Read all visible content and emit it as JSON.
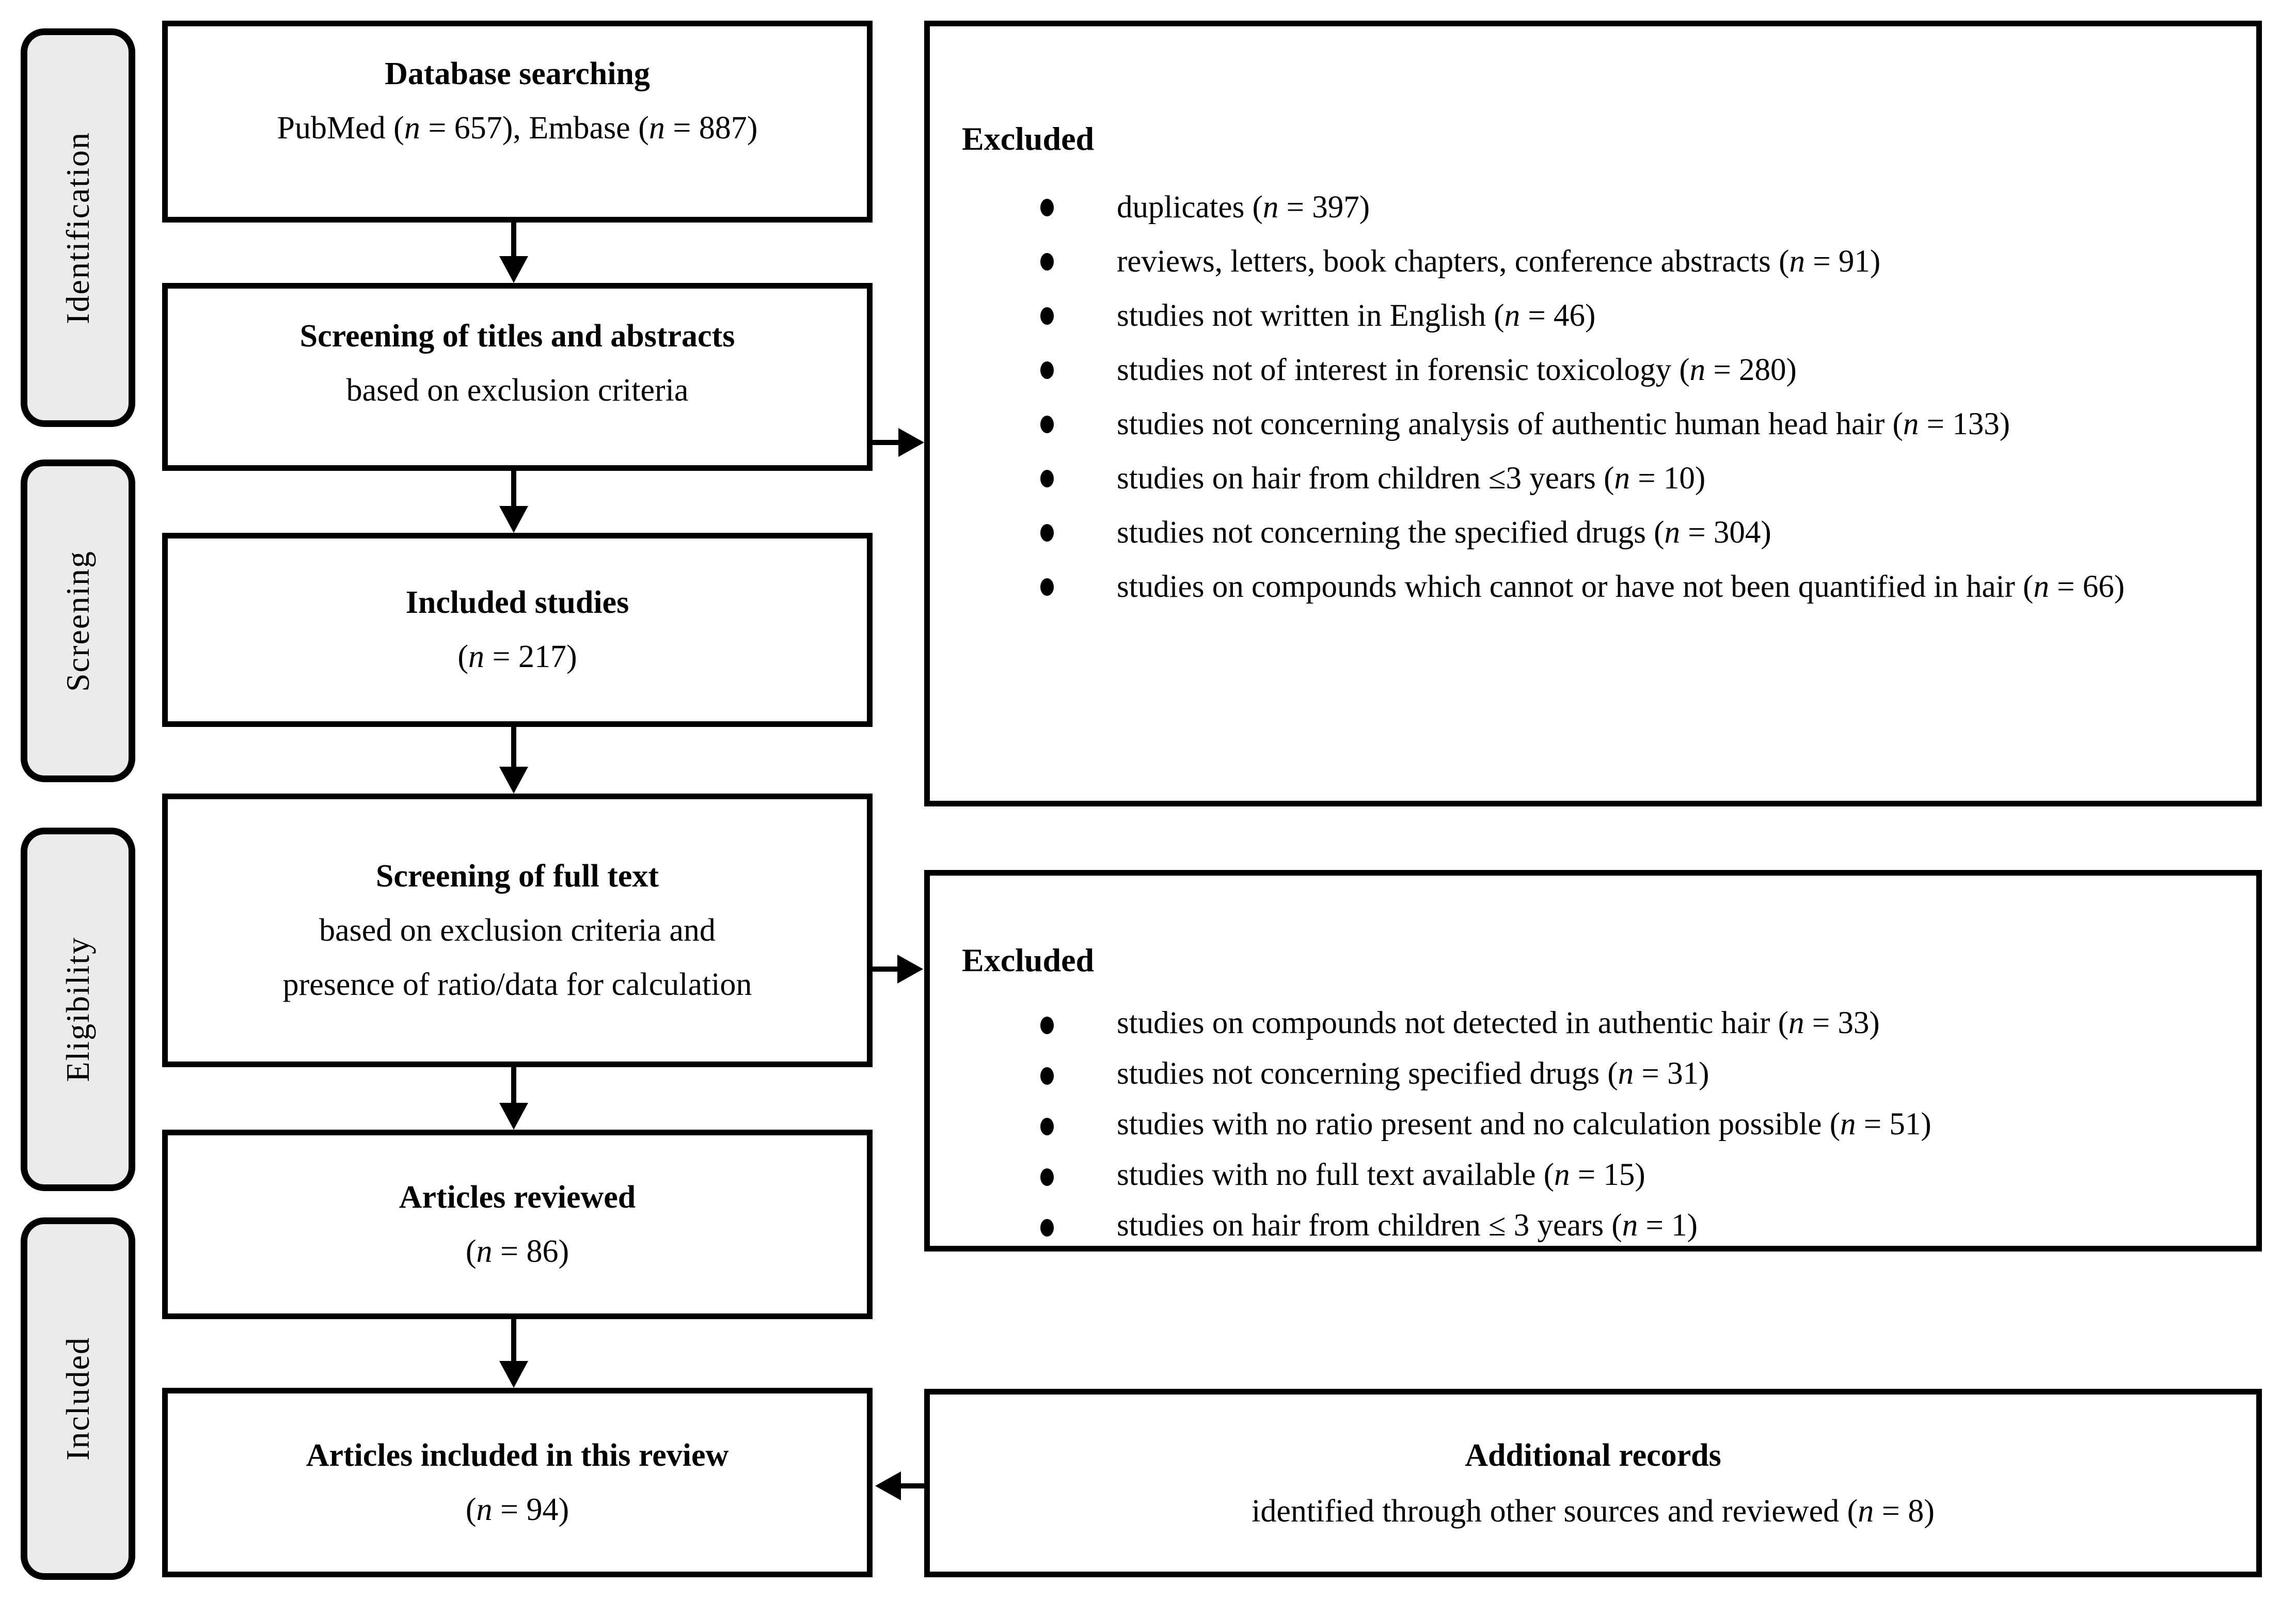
{
  "sidebar": {
    "items": [
      {
        "label": "Identification"
      },
      {
        "label": "Screening"
      },
      {
        "label": "Eligibility"
      },
      {
        "label": "Included"
      }
    ]
  },
  "flow": {
    "boxes": [
      {
        "title": "Database searching",
        "lines": [
          "PubMed (n = 657), Embase (n = 887)"
        ]
      },
      {
        "title": "Screening of titles and abstracts",
        "lines": [
          "based on exclusion criteria"
        ]
      },
      {
        "title": "Included studies",
        "lines": [
          "(n = 217)"
        ]
      },
      {
        "title": "Screening of full text",
        "lines": [
          "based on exclusion criteria and",
          "presence of ratio/data for calculation"
        ]
      },
      {
        "title": "Articles reviewed",
        "lines": [
          "(n = 86)"
        ]
      },
      {
        "title": "Articles included in this review",
        "lines": [
          "(n = 94)"
        ]
      }
    ]
  },
  "excluded_1": {
    "heading": "Excluded",
    "items": [
      "duplicates (n = 397)",
      "reviews, letters, book chapters, conference abstracts (n = 91)",
      "studies not written in English (n = 46)",
      "studies not of interest in forensic toxicology (n = 280)",
      "studies not concerning analysis of authentic human head hair (n = 133)",
      "studies on hair from children ≤3 years (n = 10)",
      "studies not concerning the specified drugs (n = 304)",
      "studies on compounds which cannot or have not been quantified in hair (n = 66)"
    ]
  },
  "excluded_2": {
    "heading": "Excluded",
    "items": [
      "studies on compounds not detected in authentic hair (n = 33)",
      "studies not concerning specified drugs (n = 31)",
      "studies with no ratio present and no calculation possible (n = 51)",
      "studies with no full text available (n = 15)",
      "studies on hair from children ≤ 3 years (n = 1)"
    ]
  },
  "additional": {
    "title": "Additional records",
    "line": "identified through other sources and reviewed (n = 8)"
  },
  "colors": {
    "box_border": "#000000",
    "sidebar_fill": "#ebebeb",
    "background": "#ffffff"
  }
}
